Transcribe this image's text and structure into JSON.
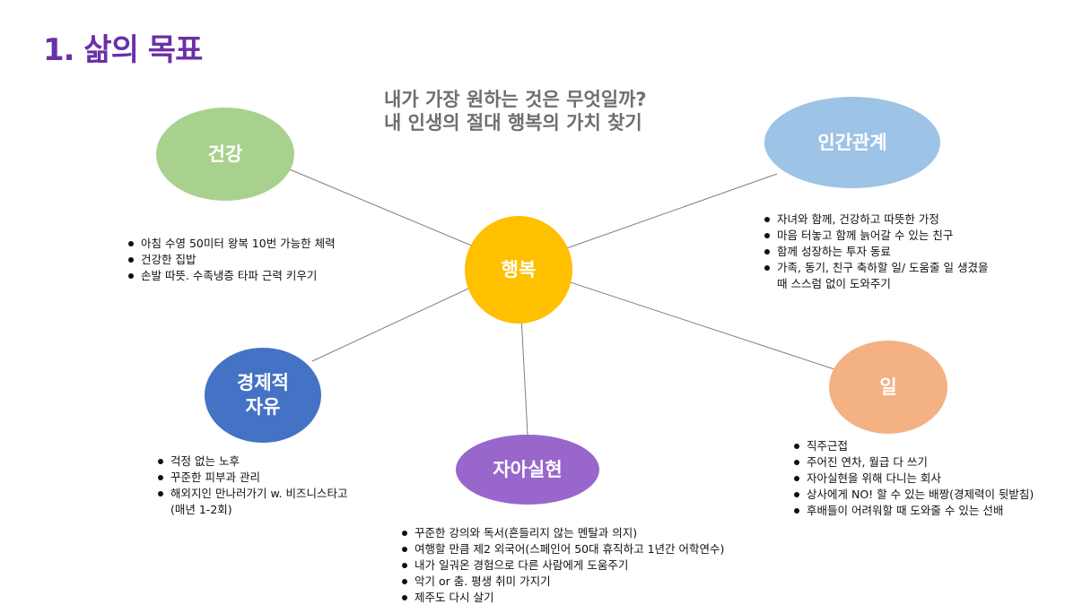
{
  "title": "1. 삶의 목표",
  "subtitle": {
    "line1": "내가 가장 원하는 것은 무엇일까?",
    "line2": "내 인생의 절대 행복의 가치 찾기"
  },
  "colors": {
    "title": "#6b2fa8",
    "subtitle": "#6f6f6f",
    "center": "#ffc000",
    "health": "#a9d18e",
    "relations": "#9dc3e6",
    "work": "#f4b183",
    "freedom": "#4472c4",
    "self": "#9966cc",
    "connector": "#7f7f7f"
  },
  "center": {
    "label": "행복"
  },
  "health": {
    "label": "건강",
    "items": [
      "아침 수영 50미터 왕복 10번 가능한 체력",
      "건강한 집밥",
      "손발 따뜻. 수족냉증 타파 근력 키우기"
    ]
  },
  "relations": {
    "label": "인간관계",
    "items": [
      "자녀와 함께, 건강하고 따뜻한 가정",
      "마음 터놓고 함께 늙어갈 수 있는 친구",
      "함께 성장하는 투자 동료",
      "가족, 동기, 친구 축하할 일/ 도움줄 일 생겼을",
      "때 스스럼 없이 도와주기"
    ]
  },
  "freedom": {
    "label_line1": "경제적",
    "label_line2": "자유",
    "items": [
      "걱정 없는 노후",
      "꾸준한 피부과 관리",
      "해외지인 만나러가기 w. 비즈니스타고",
      "(매년 1-2회)"
    ]
  },
  "work": {
    "label": "일",
    "items": [
      "직주근접",
      "주어진 연차, 월급 다 쓰기",
      "자아실현을 위해 다니는 회사",
      "상사에게 NO! 할 수 있는 배짱(경제력이 뒷받침)",
      "후배들이 어려워할 때 도와줄 수 있는 선배"
    ]
  },
  "self": {
    "label": "자아실현",
    "items": [
      "꾸준한 강의와 독서(흔들리지 않는 멘탈과 의지)",
      "여행할 만큼 제2 외국어(스페인어 50대 휴직하고 1년간 어학연수)",
      "내가 일궈온 경험으로 다른 사람에게 도움주기",
      "악기 or 춤. 평생 취미 가지기",
      "제주도 다시 살기"
    ]
  }
}
